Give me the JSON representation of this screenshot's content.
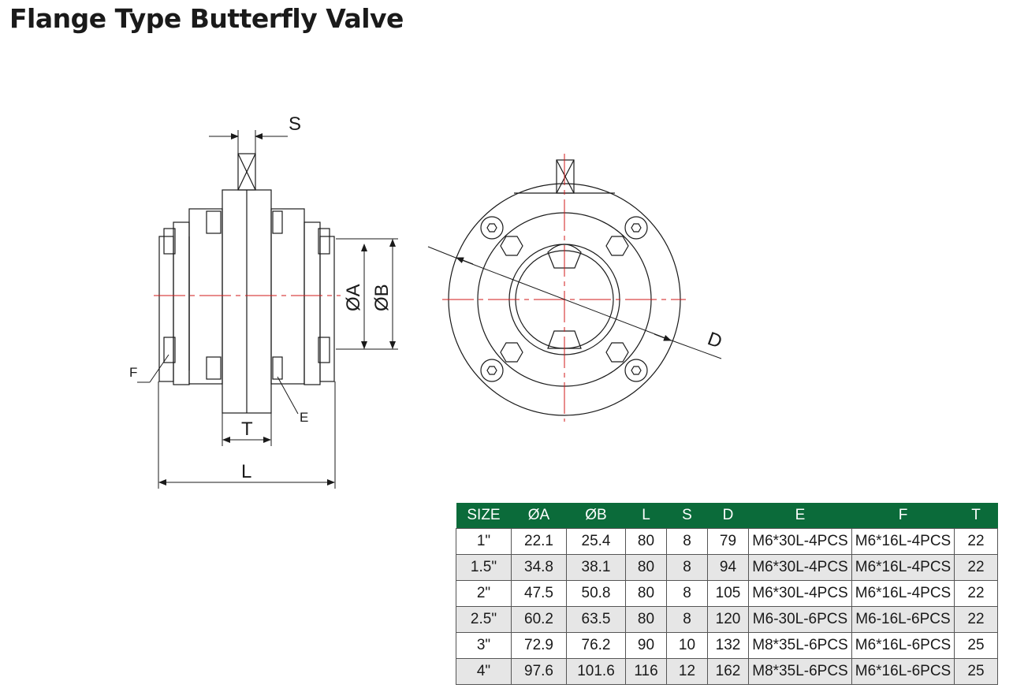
{
  "title": "Flange Type Butterfly Valve",
  "diagram_labels": {
    "S": "S",
    "T": "T",
    "L": "L",
    "F": "F",
    "E": "E",
    "A": "ØA",
    "B": "ØB",
    "D": "D"
  },
  "table": {
    "headers": [
      "SIZE",
      "ØA",
      "ØB",
      "L",
      "S",
      "D",
      "E",
      "F",
      "T"
    ],
    "rows": [
      [
        "1\"",
        "22.1",
        "25.4",
        "80",
        "8",
        "79",
        "M6*30L-4PCS",
        "M6*16L-4PCS",
        "22"
      ],
      [
        "1.5\"",
        "34.8",
        "38.1",
        "80",
        "8",
        "94",
        "M6*30L-4PCS",
        "M6*16L-4PCS",
        "22"
      ],
      [
        "2\"",
        "47.5",
        "50.8",
        "80",
        "8",
        "105",
        "M6*30L-4PCS",
        "M6*16L-4PCS",
        "22"
      ],
      [
        "2.5\"",
        "60.2",
        "63.5",
        "80",
        "8",
        "120",
        "M6-30L-6PCS",
        "M6-16L-6PCS",
        "22"
      ],
      [
        "3\"",
        "72.9",
        "76.2",
        "90",
        "10",
        "132",
        "M8*35L-6PCS",
        "M6*16L-6PCS",
        "25"
      ],
      [
        "4\"",
        "97.6",
        "101.6",
        "116",
        "12",
        "162",
        "M8*35L-6PCS",
        "M6*16L-6PCS",
        "25"
      ]
    ]
  },
  "colors": {
    "header_bg": "#0b6b3a",
    "header_text": "#ffffff",
    "alt_row": "#e6e6e6",
    "centerline": "#d11a1a",
    "line": "#1a1a1a"
  }
}
